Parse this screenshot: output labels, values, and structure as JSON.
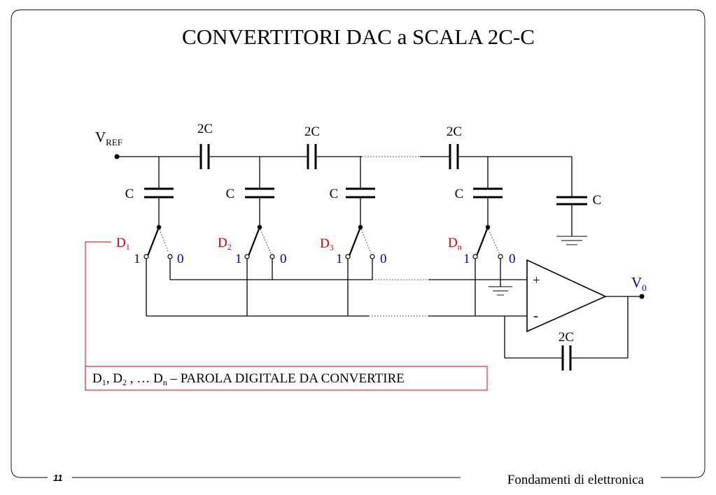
{
  "slide": {
    "title": "CONVERTITORI DAC a SCALA  2C-C",
    "page_number": "11",
    "footer": "Fondamenti di elettronica"
  },
  "circuit": {
    "vref": {
      "base": "V",
      "sub": "REF"
    },
    "series_cap_labels": [
      "2C",
      "2C",
      "2C"
    ],
    "shunt_cap_labels": [
      "C",
      "C",
      "C",
      "C",
      "C"
    ],
    "bits": [
      {
        "base": "D",
        "sub": "1"
      },
      {
        "base": "D",
        "sub": "2"
      },
      {
        "base": "D",
        "sub": "3"
      },
      {
        "base": "D",
        "sub": "n"
      }
    ],
    "switch_positions": {
      "one": "1",
      "zero": "0"
    },
    "opamp": {
      "plus": "+",
      "minus": "-"
    },
    "feedback_cap_label": "2C",
    "output": {
      "base": "V",
      "sub": "0"
    },
    "caption": {
      "d1": "D",
      "d1_sub": "1",
      "sep1": ", D",
      "d2_sub": "2",
      "sep2": " , … D",
      "dn_sub": "n",
      "text": " – PAROLA DIGITALE DA CONVERTIRE"
    }
  },
  "colors": {
    "bit_label": "#e00000",
    "switch_number": "#0000cc",
    "caption_border": "#e03030",
    "line": "#000000"
  }
}
